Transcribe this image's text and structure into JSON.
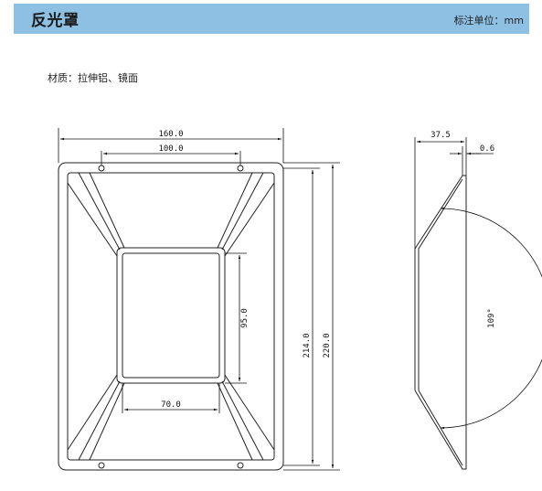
{
  "header": {
    "title": "反光罩",
    "unit_label": "标注单位：mm",
    "bar_color": "#8ec0e4"
  },
  "material": "材质：拉伸铝、镜面",
  "front_view": {
    "dimensions": {
      "overall_width": "160.0",
      "hole_spacing": "100.0",
      "inner_height": "95.0",
      "inner_width": "70.0",
      "frame_height": "214.0",
      "overall_height": "220.0"
    }
  },
  "side_view": {
    "dimensions": {
      "depth": "37.5",
      "thickness": "0.6",
      "angle": "109°"
    }
  }
}
